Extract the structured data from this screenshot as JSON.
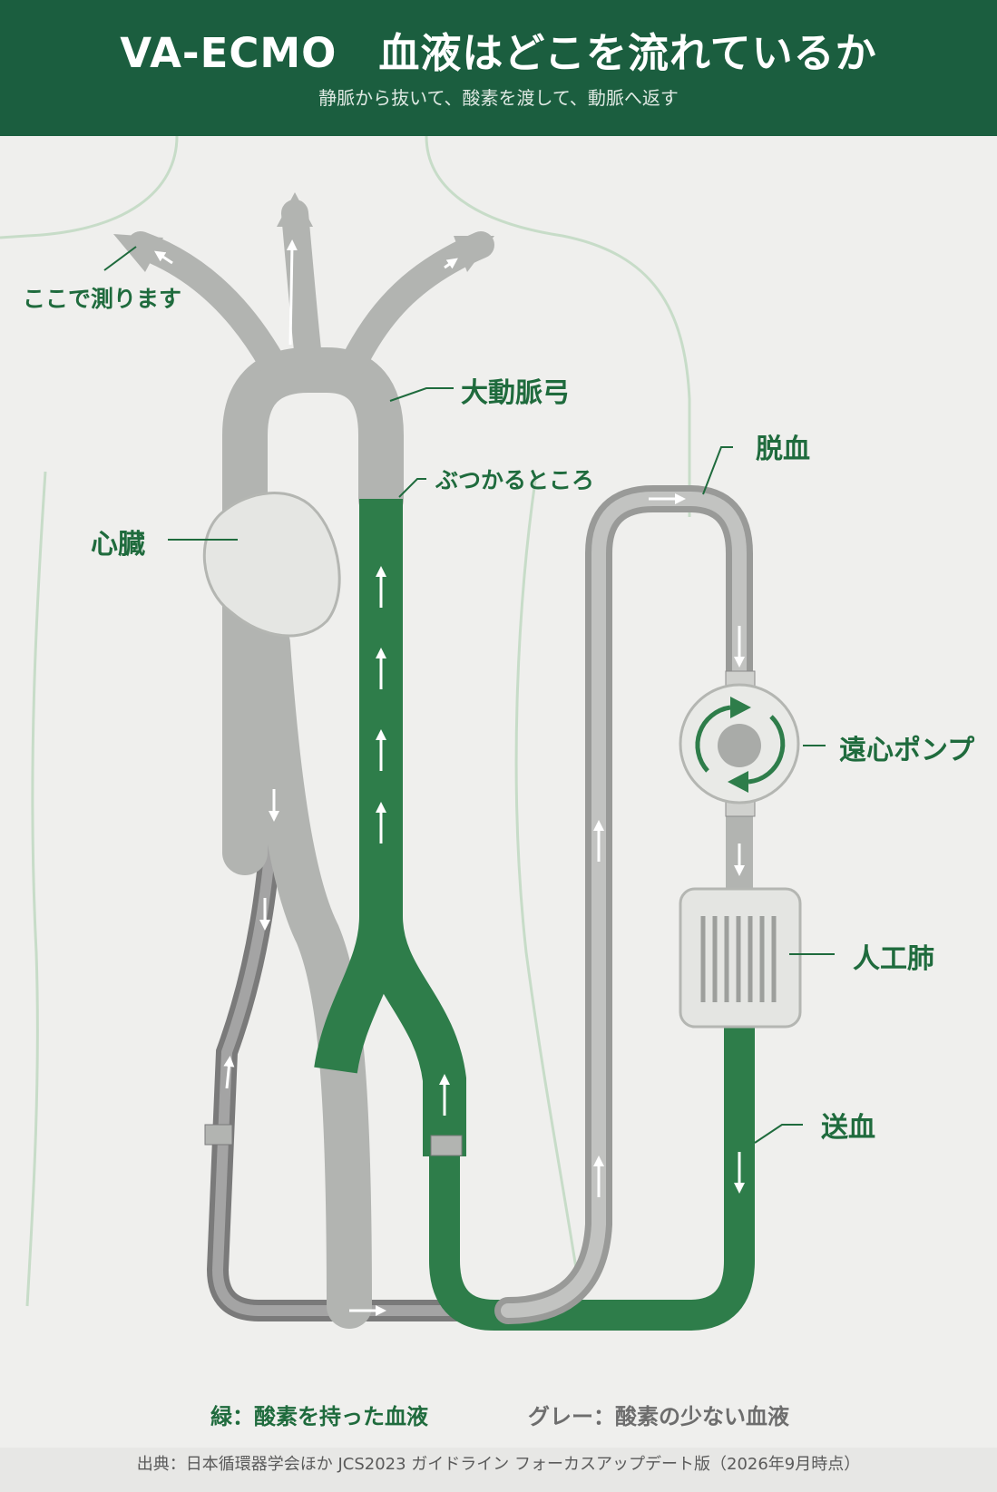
{
  "header": {
    "title": "VA-ECMO　血液はどこを流れているか",
    "subtitle": "静脈から抜いて、酸素を渡して、動脈へ返す"
  },
  "labels": {
    "measure": "ここで測ります",
    "aortic_arch": "大動脈弓",
    "collision": "ぶつかるところ",
    "heart": "心臓",
    "drainage": "脱血",
    "pump": "遠心ポンプ",
    "oxygenator": "人工肺",
    "return": "送血"
  },
  "legend": {
    "green": "緑：酸素を持った血液",
    "gray": "グレー：酸素の少ない血液"
  },
  "colors": {
    "oxygenated": "#2e7d4a",
    "deoxygenated": "#a9aba8",
    "header_bg": "#1b5e3f",
    "label_text": "#1f6b3d"
  },
  "source": "出典：日本循環器学会ほか JCS2023 ガイドライン フォーカスアップデート版（2026年9月時点）"
}
